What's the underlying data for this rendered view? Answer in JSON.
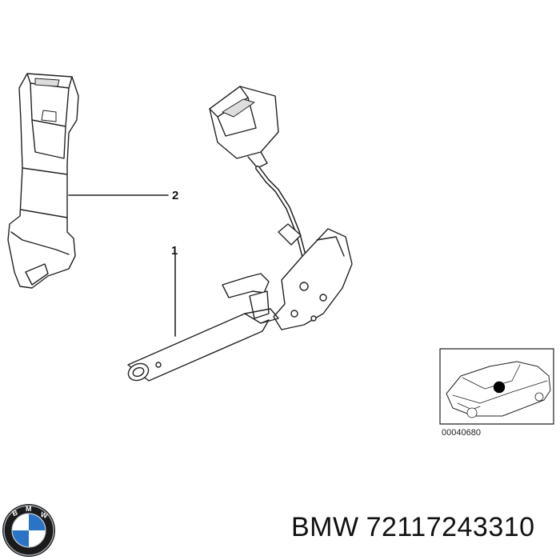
{
  "callouts": [
    {
      "id": "2",
      "label": "2"
    },
    {
      "id": "1",
      "label": "1"
    }
  ],
  "inset": {
    "ref_number": "00040680"
  },
  "caption": {
    "brand": "BMW",
    "part_number": "72117243310"
  },
  "logo": {
    "name": "bmw-roundel-logo",
    "colors": {
      "blue": "#2b73c4",
      "white": "#ffffff",
      "ring": "#1a1a1a"
    }
  }
}
